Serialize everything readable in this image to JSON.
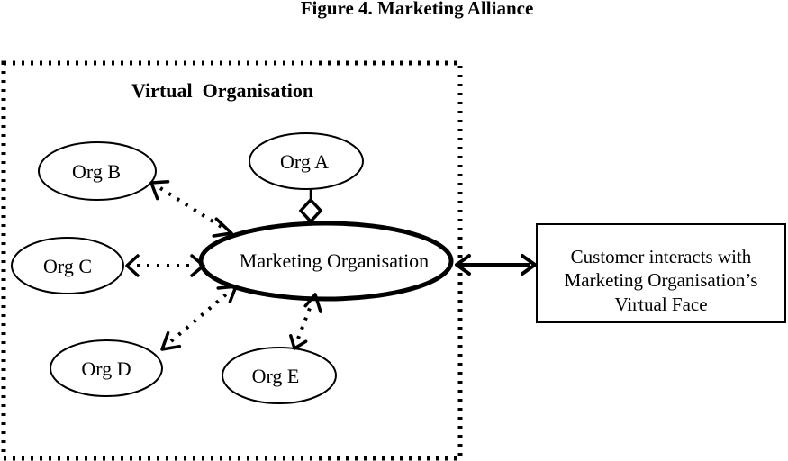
{
  "figure": {
    "title": "Figure 4. Marketing Alliance"
  },
  "virtual_organisation": {
    "label": "Virtual  Organisation"
  },
  "nodes": {
    "org_a": "Org A",
    "org_b": "Org B",
    "org_c": "Org C",
    "org_d": "Org D",
    "org_e": "Org E",
    "marketing": "Marketing Organisation"
  },
  "customer_box": {
    "lines": [
      "Customer interacts with",
      "Marketing Organisation’s",
      "Virtual Face"
    ]
  }
}
